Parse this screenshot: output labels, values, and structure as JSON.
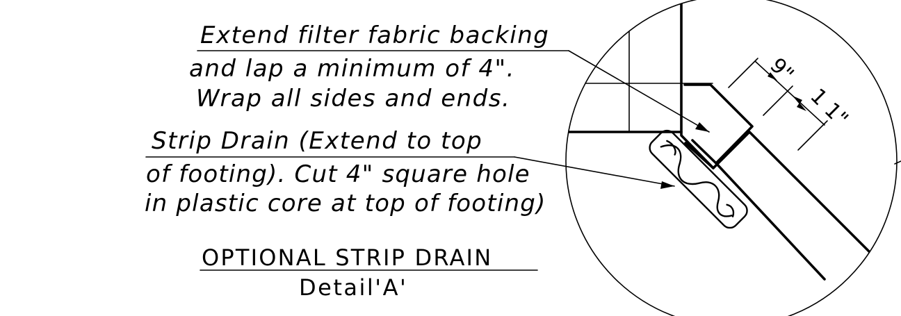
{
  "notes": {
    "fabric": {
      "line1": "Extend filter fabric backing",
      "line2": "and lap a minimum of 4\".",
      "line3": "Wrap all sides and ends."
    },
    "drain": {
      "line1": "Strip Drain (Extend to top",
      "line2": "of footing). Cut 4\" square hole",
      "line3": "in plastic core at top of footing)"
    }
  },
  "title": {
    "main": "OPTIONAL STRIP DRAIN",
    "sub": "Detail'A'"
  },
  "dimensions": {
    "upper": "9\"",
    "lower": "1 1\""
  }
}
